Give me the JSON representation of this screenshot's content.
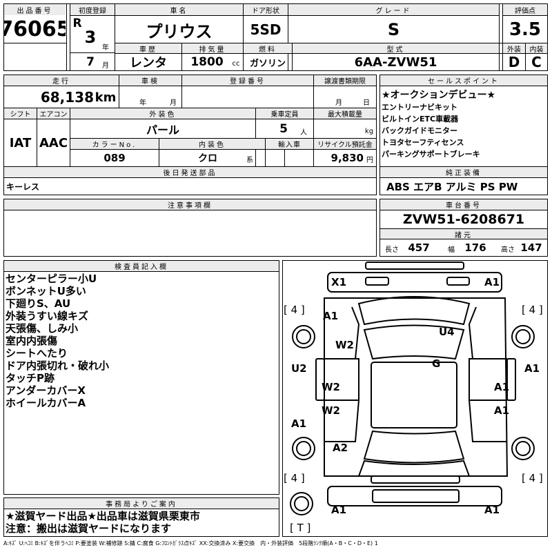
{
  "headers": {
    "lot_no": "出品番号",
    "first_reg": "初度登録",
    "car_name": "車名",
    "door": "ドア形状",
    "grade": "グレード",
    "score": "評価点",
    "history": "車歴",
    "displacement": "排気量",
    "fuel": "燃料",
    "model": "型式",
    "exterior": "外装",
    "interior": "内装",
    "mileage": "走行",
    "inspection": "車検",
    "reg_no": "登録番号",
    "transfer": "譲渡書類期限",
    "shift": "シフト",
    "ac": "エアコン",
    "ext_color": "外装色",
    "capacity": "乗車定員",
    "max_load": "最大積載量",
    "color_no": "カラーNo.",
    "int_color": "内装色",
    "import": "輸入車",
    "recycle": "リサイクル預託金",
    "later": "後日発送部品",
    "sales_points": "セールスポイント",
    "genuine": "純正装備",
    "caution": "注意事項欄",
    "chassis": "車台番号",
    "dims": "諸元",
    "inspector": "検査員記入欄",
    "office": "事務局よりご案内"
  },
  "lot_no": "76065",
  "era": "R",
  "year": "3",
  "year_unit": "年",
  "month": "7",
  "month_unit": "月",
  "car_name": "プリウス",
  "door": "5SD",
  "grade": "S",
  "score": "3.5",
  "history": "レンタ",
  "displacement": "1800",
  "cc": "cc",
  "fuel": "ガソリン",
  "model": "6AA-ZVW51",
  "exterior_grade": "D",
  "interior_grade": "C",
  "mileage": "68,138",
  "km": "km",
  "insp_year": "年",
  "insp_month": "月",
  "transfer_month": "月",
  "transfer_day": "日",
  "shift": "IAT",
  "ac": "AAC",
  "ext_color": "パール",
  "capacity": "5",
  "capacity_unit": "人",
  "load_unit": "kg",
  "color_no": "089",
  "int_color": "クロ",
  "int_color_unit": "系",
  "recycle": "9,830",
  "recycle_unit": "円",
  "later_parts": "キーレス",
  "sales_points": [
    "★オークションデビュー★",
    "エントリーナビキット",
    "ビルトインETC車載器",
    "バックガイドモニター",
    "トヨタセーフティセンス",
    "パーキングサポートブレーキ"
  ],
  "genuine": "ABS エアB アルミ PS PW",
  "chassis_no": "ZVW51-6208671",
  "length_label": "長さ",
  "length": "457",
  "width_label": "幅",
  "width": "176",
  "height_label": "高さ",
  "height": "147",
  "inspector_notes": [
    "センターピラー小U",
    "ボンネットU多い",
    "下廻りS、AU",
    "外装うすい線キズ",
    "天張傷、しみ小",
    "室内内張傷",
    "シートへたり",
    "ドア内張切れ・破れ小",
    "タッチP跡",
    "アンダーカバーX",
    "ホイールカバーA"
  ],
  "office_notes": [
    "★滋賀ヤード出品★出品車は滋賀県栗東市",
    "注意：搬出は滋賀ヤードになります"
  ],
  "diagram": {
    "marks": [
      "X1",
      "A1",
      "A1",
      "U4",
      "W2",
      "U2",
      "G",
      "A1",
      "W2",
      "A1",
      "W2",
      "A1",
      "A1",
      "A2",
      "A1",
      "A1"
    ],
    "tires": [
      "[ 4 ]",
      "[ 4 ]",
      "[ 4 ]",
      "[ 4 ]"
    ],
    "spare": "[ T ]"
  },
  "legend": "A:ｷｽﾞ U:ﾍｺﾐ B:ｷｽﾞを伴うﾍｺﾐ P:要塗装 W:補修跡 S:錆 C:腐食 G:ﾌﾛﾝﾄｶﾞﾗｽ点ｷｽﾞ XX:交換済み X:要交換　内・外装評価　5段階ﾗﾝｸ順(A・B・C・D・E) 1"
}
